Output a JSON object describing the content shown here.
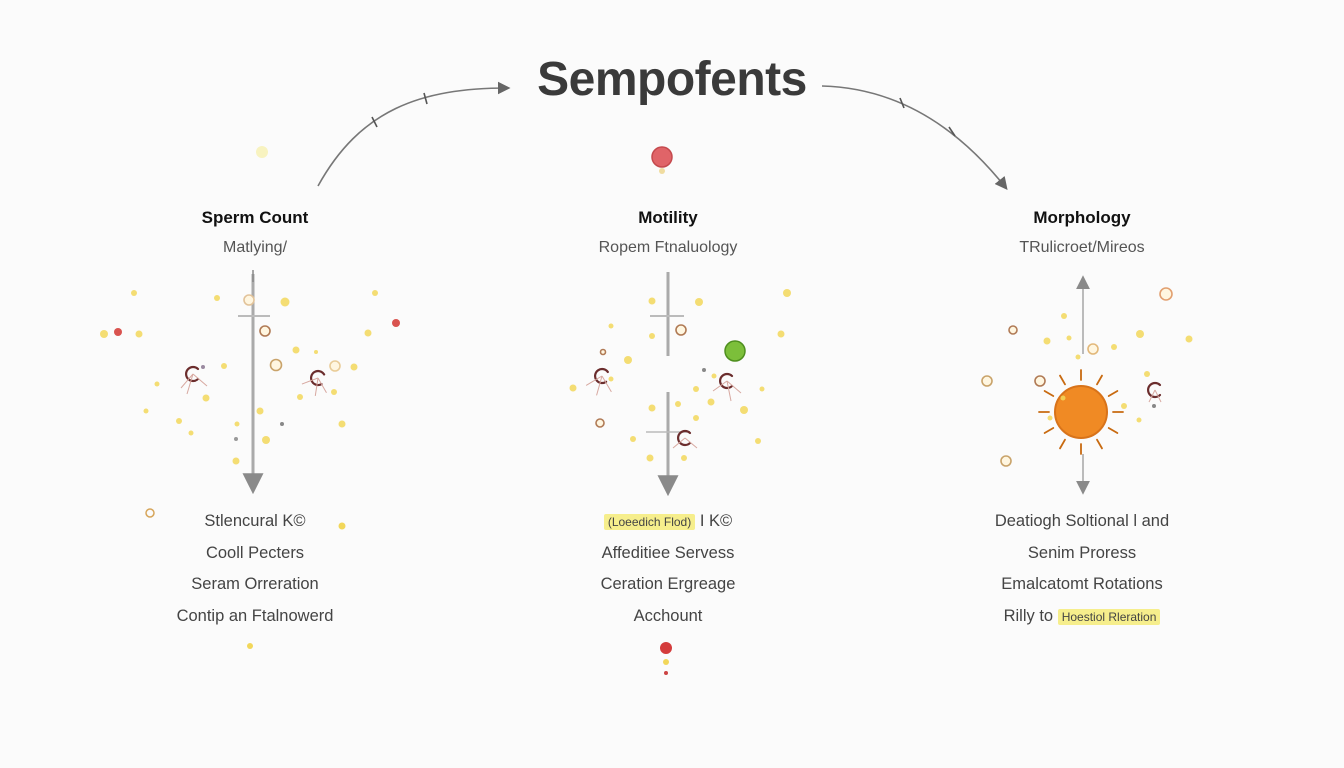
{
  "title": "Sempofents",
  "columns": [
    {
      "heading": "Sperm Count",
      "subheading": "Matlying/",
      "lines": [
        {
          "text": "Stlencural K",
          "suffix": "©"
        },
        {
          "text": "Cooll Pecters"
        },
        {
          "text": "Seram Orreration"
        },
        {
          "text": "Contip an Ftalnowerd"
        }
      ]
    },
    {
      "heading": "Motility",
      "subheading": "Ropem Ftnaluology",
      "lines": [
        {
          "highlight": "(Loeedich Flod)",
          "text": "I K",
          "suffix": "©"
        },
        {
          "text": "Affeditiee Servess"
        },
        {
          "text": "Ceration Ergreage"
        },
        {
          "text": "Acchount"
        }
      ]
    },
    {
      "heading": "Morphology",
      "subheading": "TRulicroet/Mireos",
      "lines": [
        {
          "text": "Deatiogh Soltional l and"
        },
        {
          "text": "Senim Proress"
        },
        {
          "text": "Emalcatomt Rotations"
        },
        {
          "text": "Rilly to",
          "highlight_after": "Hoestiol Rleration"
        }
      ]
    }
  ],
  "colors": {
    "background": "#fbfbfb",
    "yellow_dot": "#f2d75a",
    "red_dot": "#d9534f",
    "green_dot": "#7cbf3a",
    "orange_sun": "#f08a24",
    "axis": "#a8a8a8",
    "highlight": "#f6ee8c"
  },
  "icons": [
    "arrow-curve-icon",
    "sun-icon",
    "sperm-cell-icon"
  ]
}
